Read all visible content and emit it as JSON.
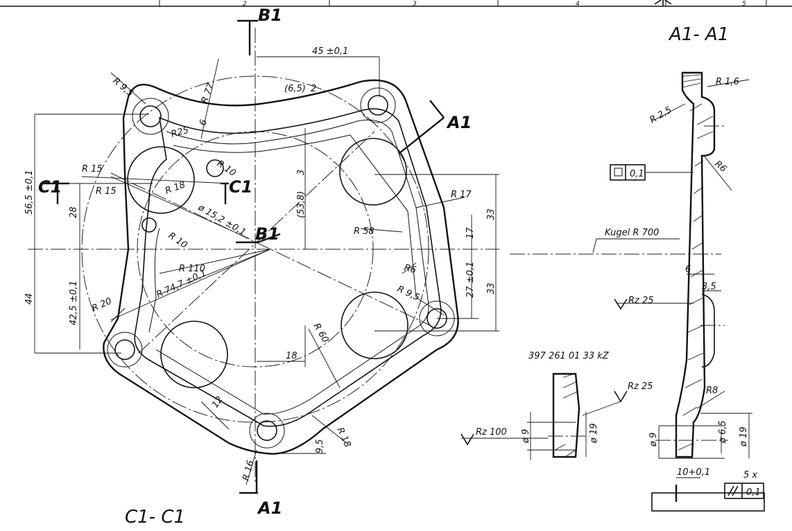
{
  "titles": {
    "section_a1": "A1- A1",
    "section_c1": "C1- C1",
    "part_number": "397 261 01 33 kZ"
  },
  "header_cells": [
    "2",
    "3",
    "4",
    "5"
  ],
  "section_markers": {
    "b1_top": "B1",
    "b1_center": "B1",
    "a1_right": "A1",
    "a1_bottom": "A1",
    "c1_left": "C1",
    "c1_right": "C1"
  },
  "dimensions": {
    "d45": "45 ±0,1",
    "d65": "(6,5)",
    "d65_circle": "2",
    "d538": "(53,8)",
    "d538_circle": "3",
    "d565": "56,5 ±0,1",
    "d28": "28",
    "d44": "44",
    "d425": "42,5 ±0,1",
    "d33a": "33",
    "d17": "17",
    "d33b": "33",
    "d27": "27 ±0,1",
    "d18": "18",
    "d12": "12",
    "d95b": "9,5",
    "d6": "6",
    "d6_section": "6",
    "d35": "3,5",
    "d9a": "ø 9",
    "d19a": "ø 19",
    "d9b": "ø 9",
    "d19b": "ø 19",
    "d65b": "ø 6,5",
    "d10": "10+0,1",
    "x5": "5 x"
  },
  "radii": {
    "r95a": "R 9,5",
    "r77": "R 77",
    "r25": "R25",
    "r15a": "R 15",
    "r15b": "R 15",
    "r18": "R 18",
    "r10a": "R 10",
    "r10b": "R 10",
    "dia152": "ø 15,2 ±0,1",
    "r58": "R 58",
    "r17": "R 17",
    "r110": "R 110",
    "r747": "R 74,7 ±0,1",
    "r20": "R 20",
    "r6": "R6",
    "r95b": "R 9,5",
    "r60": "R 60",
    "r16": "R 16",
    "r18b": "R 18",
    "r16s": "R 1,6",
    "r25s": "R 2,5",
    "r6s": "R6",
    "r8s": "R8",
    "kugel": "Kugel R 700"
  },
  "surface": {
    "flatness_value": "0,1",
    "rz25a": "Rz 25",
    "rz25b": "Rz 25",
    "rz100": "Rz 100",
    "parallel_value": "0,1"
  }
}
